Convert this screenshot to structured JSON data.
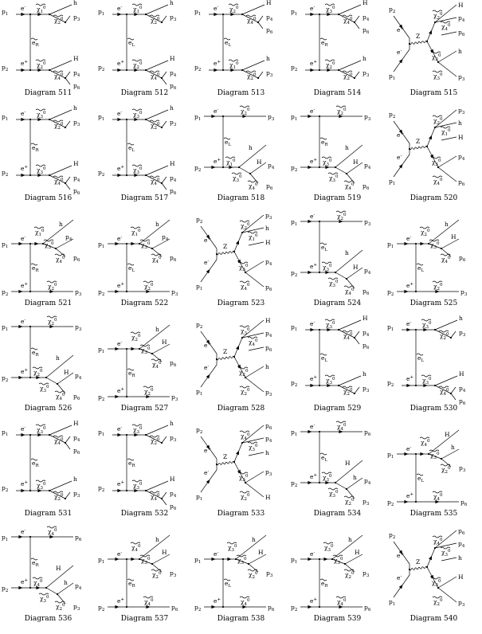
{
  "diagrams": [
    {
      "caption": "Diagram 511",
      "topo": "t",
      "in": [
        "p1",
        "p2"
      ],
      "inLbl": [
        "e-",
        "e+"
      ],
      "prop": "e~R",
      "top": {
        "sp": "χ1~0",
        "ext": [
          "h",
          "p3"
        ],
        "int": "χ2~0"
      },
      "bot": {
        "sp": "χ2~0",
        "ext": [
          "H",
          "p4"
        ],
        "int": "χ4~0",
        "last": "p6"
      }
    },
    {
      "caption": "Diagram 512",
      "topo": "t",
      "in": [
        "p1",
        "p2"
      ],
      "inLbl": [
        "e-",
        "e+"
      ],
      "prop": "e~L",
      "top": {
        "sp": "χ1~0",
        "ext": [
          "h",
          "p3"
        ],
        "int": "χ2~0"
      },
      "bot": {
        "sp": "χ2~0",
        "ext": [
          "H",
          "p4"
        ],
        "int": "χ4~0",
        "last": "p6"
      }
    },
    {
      "caption": "Diagram 513",
      "topo": "t",
      "in": [
        "p1",
        "p2"
      ],
      "inLbl": [
        "e-",
        "e+"
      ],
      "prop": "e~L",
      "top": {
        "sp": "χ2~0",
        "ext": [
          "H",
          "p4"
        ],
        "int": "χ4~0",
        "last": "p6"
      },
      "bot": {
        "sp": "χ1~0",
        "ext": [
          "h",
          "p3"
        ],
        "int": "χ2~0"
      }
    },
    {
      "caption": "Diagram 514",
      "topo": "t",
      "in": [
        "p1",
        "p2"
      ],
      "inLbl": [
        "e-",
        "e+"
      ],
      "prop": "e~R",
      "top": {
        "sp": "χ3~0",
        "ext": [
          "H",
          "p4"
        ],
        "int": "χ4~0",
        "last": "p6"
      },
      "bot": {
        "sp": "χ2~0",
        "ext": [
          "h",
          "p3"
        ],
        "int": "χ2~0"
      }
    },
    {
      "caption": "Diagram 515",
      "topo": "s",
      "in": [
        "p2",
        "p1"
      ],
      "inLbl": [
        "e+",
        "e-"
      ],
      "prop": "Z",
      "outs": [
        "H",
        "p4",
        "p6",
        "h",
        "p3"
      ],
      "fermLbl": [
        "χ2~0",
        "χ4~0",
        "χ2~0",
        "χ3~0"
      ]
    },
    {
      "caption": "Diagram 516",
      "topo": "t",
      "in": [
        "p1",
        "p2"
      ],
      "inLbl": [
        "e-",
        "e+"
      ],
      "prop": "e~R",
      "top": {
        "sp": "χ3~0",
        "ext": [
          "h",
          "p3"
        ],
        "int": "χ2~0"
      },
      "bot": {
        "sp": "χ3~0",
        "ext": [
          "H",
          "p4"
        ],
        "int": "χ4~0",
        "last": "p6"
      }
    },
    {
      "caption": "Diagram 517",
      "topo": "t",
      "in": [
        "p1",
        "p2"
      ],
      "inLbl": [
        "e-",
        "e+"
      ],
      "prop": "e~L",
      "top": {
        "sp": "χ3~0",
        "ext": [
          "h",
          "p3"
        ],
        "int": "χ2~0"
      },
      "bot": {
        "sp": "χ3~0",
        "ext": [
          "H",
          "p4"
        ],
        "int": "χ4~0",
        "last": "p6"
      }
    },
    {
      "caption": "Diagram 518",
      "topo": "u",
      "in": [
        "p1",
        "p2"
      ],
      "inLbl": [
        "e-",
        "e+"
      ],
      "prop": "e~L",
      "sp": "χ2~0",
      "spOut": "p3",
      "chain": [
        "χ1~0",
        "h",
        "χ3~0",
        "H",
        "p4",
        "χ4~0",
        "p6"
      ]
    },
    {
      "caption": "Diagram 519",
      "topo": "u",
      "in": [
        "p1",
        "p2"
      ],
      "inLbl": [
        "e-",
        "e+"
      ],
      "prop": "e~R",
      "sp": "χ2~0",
      "spOut": "p3",
      "chain": [
        "χ3~0",
        "h",
        "χ3~0",
        "H",
        "p4",
        "χ4~0",
        "p6"
      ]
    },
    {
      "caption": "Diagram 520",
      "topo": "s",
      "in": [
        "p2",
        "p1"
      ],
      "inLbl": [
        "e+",
        "e-"
      ],
      "prop": "Z",
      "outs": [
        "p3",
        "h",
        "H",
        "p4",
        "p6"
      ],
      "fermLbl": [
        "χ2~0",
        "χ1~0",
        "χ3~0",
        "χ4~0"
      ]
    },
    {
      "caption": "Diagram 521",
      "topo": "d",
      "in": [
        "p1",
        "p2"
      ],
      "inLbl": [
        "e-",
        "e+"
      ],
      "prop": "e~R",
      "chain": [
        "χ1~0",
        "h",
        "χ3~0",
        "p4",
        "χ4~0",
        "p6"
      ],
      "bot": "χ2~0",
      "botOut": "p3"
    },
    {
      "caption": "Diagram 522",
      "topo": "d",
      "in": [
        "p1",
        "p2"
      ],
      "inLbl": [
        "e-",
        "e+"
      ],
      "prop": "e~L",
      "chain": [
        "χ1~0",
        "h",
        "χ3~0",
        "p4",
        "χ4~0",
        "p6"
      ],
      "bot": "χ2~0",
      "botOut": "p3"
    },
    {
      "caption": "Diagram 523",
      "topo": "s",
      "in": [
        "p2",
        "p1"
      ],
      "inLbl": [
        "e+",
        "e-"
      ],
      "prop": "Z",
      "outs": [
        "p3",
        "h",
        "H",
        "p4",
        "p6"
      ],
      "fermLbl": [
        "χ2~0",
        "χ1~0",
        "χ3~0",
        "χ4~0"
      ]
    },
    {
      "caption": "Diagram 524",
      "topo": "u",
      "in": [
        "p1",
        "p2"
      ],
      "inLbl": [
        "e-",
        "e+"
      ],
      "prop": "e~L",
      "sp": "χ2~0",
      "spOut": "p3",
      "chain": [
        "χ3~0",
        "h",
        "χ3~0",
        "H",
        "p4",
        "χ4~0",
        "p6"
      ]
    },
    {
      "caption": "Diagram 525",
      "topo": "d",
      "in": [
        "p1",
        "p2"
      ],
      "inLbl": [
        "e-",
        "e+"
      ],
      "prop": "e~L",
      "chain": [
        "χ2~0",
        "h",
        "χ3~0",
        "H",
        "χ4~0",
        "p6"
      ],
      "bot": "χ2~0",
      "botOut": "p3"
    },
    {
      "caption": "Diagram 526",
      "topo": "u",
      "in": [
        "p1",
        "p2"
      ],
      "inLbl": [
        "e-",
        "e+"
      ],
      "prop": "e~R",
      "sp": "χ2~0",
      "spOut": "p3",
      "chain": [
        "χ2~0",
        "h",
        "χ3~0",
        "H",
        "p4",
        "χ4~0",
        "p6"
      ]
    },
    {
      "caption": "Diagram 527",
      "topo": "d",
      "in": [
        "p1",
        "p2"
      ],
      "inLbl": [
        "e-",
        "e+"
      ],
      "prop": "e~R",
      "chain": [
        "χ2~0",
        "h",
        "χ3~0",
        "H",
        "χ4~0",
        "p6"
      ],
      "bot": "χ2~0",
      "botOut": "p3"
    },
    {
      "caption": "Diagram 528",
      "topo": "s",
      "in": [
        "p2",
        "p1"
      ],
      "inLbl": [
        "e+",
        "e-"
      ],
      "prop": "Z",
      "outs": [
        "H",
        "p4",
        "p6",
        "h",
        "p3"
      ],
      "fermLbl": [
        "χ3~0",
        "χ4~0",
        "χ2~0",
        "χ2~0"
      ]
    },
    {
      "caption": "Diagram 529",
      "topo": "t",
      "in": [
        "p1",
        "p2"
      ],
      "inLbl": [
        "e-",
        "e+"
      ],
      "prop": "e~L",
      "top": {
        "sp": "χ3~0",
        "ext": [
          "H",
          "p4"
        ],
        "int": "χ4~0",
        "last": "p6"
      },
      "bot": {
        "sp": "χ3~0",
        "ext": [
          "h",
          "p3"
        ],
        "int": "χ2~0"
      }
    },
    {
      "caption": "Diagram 530",
      "topo": "t",
      "in": [
        "p1",
        "p2"
      ],
      "inLbl": [
        "e-",
        "e+"
      ],
      "prop": "e~L",
      "top": {
        "sp": "χ3~0",
        "ext": [
          "h",
          "p3"
        ],
        "int": "χ2~0"
      },
      "bot": {
        "sp": "χ3~0",
        "ext": [
          "H",
          "p4"
        ],
        "int": "χ4~0",
        "last": "p6"
      }
    },
    {
      "caption": "Diagram 531",
      "topo": "t",
      "in": [
        "p1",
        "p2"
      ],
      "inLbl": [
        "e-",
        "e+"
      ],
      "prop": "e~R",
      "top": {
        "sp": "χ3~0",
        "ext": [
          "H",
          "p4"
        ],
        "int": "χ4~0",
        "last": "p6"
      },
      "bot": {
        "sp": "χ3~0",
        "ext": [
          "h",
          "p3"
        ],
        "int": "χ2~0"
      }
    },
    {
      "caption": "Diagram 532",
      "topo": "t",
      "in": [
        "p1",
        "p2"
      ],
      "inLbl": [
        "e-",
        "e+"
      ],
      "prop": "e~R",
      "top": {
        "sp": "χ3~0",
        "ext": [
          "h",
          "p3"
        ],
        "int": "χ2~0"
      },
      "bot": {
        "sp": "χ3~0",
        "ext": [
          "H",
          "p4"
        ],
        "int": "χ4~0",
        "last": "p6"
      }
    },
    {
      "caption": "Diagram 533",
      "topo": "s",
      "in": [
        "p2",
        "p1"
      ],
      "inLbl": [
        "e+",
        "e-"
      ],
      "prop": "Z",
      "outs": [
        "p6",
        "p4",
        "h",
        "p3",
        "H"
      ],
      "fermLbl": [
        "χ4~0",
        "χ3~0",
        "χ3~0",
        "χ2~0"
      ]
    },
    {
      "caption": "Diagram 534",
      "topo": "u",
      "in": [
        "p1",
        "p2"
      ],
      "inLbl": [
        "e-",
        "e+"
      ],
      "prop": "e~L",
      "sp": "χ4~0",
      "spOut": "p6",
      "chain": [
        "χ3~0",
        "H",
        "χ3~0",
        "h",
        "p4",
        "χ2~0",
        "p3"
      ]
    },
    {
      "caption": "Diagram 535",
      "topo": "d",
      "in": [
        "p1",
        "p2"
      ],
      "inLbl": [
        "e-",
        "e+"
      ],
      "prop": "e~L",
      "chain": [
        "χ4~0",
        "H",
        "χ3~0",
        "h",
        "χ2~0",
        "p3"
      ],
      "bot": "χ4~0",
      "botOut": "p6"
    },
    {
      "caption": "Diagram 536",
      "topo": "u",
      "in": [
        "p1",
        "p2"
      ],
      "inLbl": [
        "e-",
        "e+"
      ],
      "prop": "e~R",
      "sp": "χ4~0",
      "spOut": "p6",
      "chain": [
        "χ4~0",
        "H",
        "χ3~0",
        "h",
        "p4",
        "χ2~0",
        "p3"
      ]
    },
    {
      "caption": "Diagram 537",
      "topo": "d",
      "in": [
        "p1",
        "p2"
      ],
      "inLbl": [
        "e-",
        "e+"
      ],
      "prop": "e~R",
      "chain": [
        "χ4~0",
        "h",
        "χ3~0",
        "H",
        "χ2~0",
        "p3"
      ],
      "bot": "χ4~0",
      "botOut": "p6"
    },
    {
      "caption": "Diagram 538",
      "topo": "d",
      "in": [
        "p1",
        "p2"
      ],
      "inLbl": [
        "e-",
        "e+"
      ],
      "prop": "e~L",
      "chain": [
        "χ3~0",
        "h",
        "χ3~0",
        "H",
        "χ2~0",
        "p3"
      ],
      "bot": "χ4~0",
      "botOut": "p6"
    },
    {
      "caption": "Diagram 539",
      "topo": "d",
      "in": [
        "p1",
        "p2"
      ],
      "inLbl": [
        "e-",
        "e+"
      ],
      "prop": "e~R",
      "chain": [
        "χ3~0",
        "h",
        "χ3~0",
        "H",
        "χ2~0",
        "p3"
      ],
      "bot": "χ4~0",
      "botOut": "p6"
    },
    {
      "caption": "Diagram 540",
      "topo": "s",
      "in": [
        "p2",
        "p1"
      ],
      "inLbl": [
        "e+",
        "e-"
      ],
      "prop": "Z",
      "outs": [
        "p6",
        "p4",
        "h",
        "H",
        "p3"
      ],
      "fermLbl": [
        "χ4~0",
        "χ3~0",
        "χ3~0",
        "χ2~0"
      ]
    }
  ]
}
